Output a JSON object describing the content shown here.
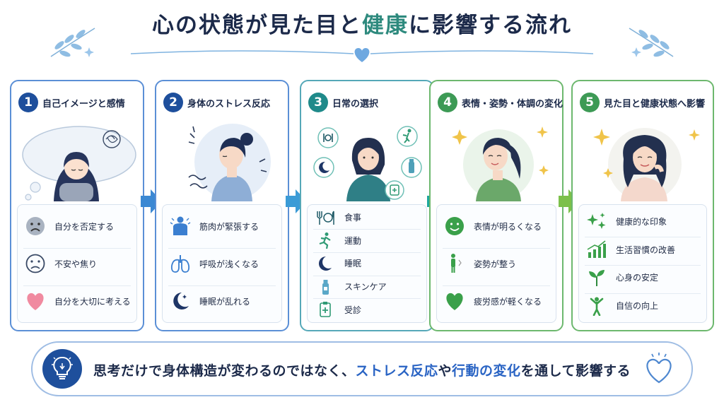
{
  "title": {
    "part1": "心の状態が見た目と",
    "accent": "健康",
    "part2": "に影響する流れ"
  },
  "colors": {
    "step1": "#1e4f9c",
    "step2": "#1e4f9c",
    "step3": "#1f8a8a",
    "step4": "#3d9a55",
    "step5": "#3d9a55",
    "arrow_blue": "#3b88d3",
    "arrow_teal": "#1fa89e",
    "arrow_green": "#7cc04a",
    "highlight": "#2a64c4"
  },
  "steps": [
    {
      "number": "1",
      "label": "自己イメージと感情",
      "items": [
        {
          "icon": "sad-face-icon",
          "text": "自分を否定する"
        },
        {
          "icon": "worried-face-icon",
          "text": "不安や焦り"
        },
        {
          "icon": "heart-icon",
          "text": "自分を大切に考える"
        }
      ]
    },
    {
      "number": "2",
      "label": "身体のストレス反応",
      "items": [
        {
          "icon": "tense-body-icon",
          "text": "筋肉が緊張する"
        },
        {
          "icon": "lungs-icon",
          "text": "呼吸が浅くなる"
        },
        {
          "icon": "moon-icon",
          "text": "睡眠が乱れる"
        }
      ]
    },
    {
      "number": "3",
      "label": "日常の選択",
      "items": [
        {
          "icon": "meal-icon",
          "text": "食事"
        },
        {
          "icon": "running-icon",
          "text": "運動"
        },
        {
          "icon": "moon-icon",
          "text": "睡眠"
        },
        {
          "icon": "skincare-bottle-icon",
          "text": "スキンケア"
        },
        {
          "icon": "medical-clipboard-icon",
          "text": "受診"
        }
      ]
    },
    {
      "number": "4",
      "label": "表情・姿勢・体調の変化",
      "items": [
        {
          "icon": "smile-icon",
          "text": "表情が明るくなる"
        },
        {
          "icon": "posture-icon",
          "text": "姿勢が整う"
        },
        {
          "icon": "heart-icon",
          "text": "疲労感が軽くなる"
        }
      ]
    },
    {
      "number": "5",
      "label": "見た目と健康状態へ影響",
      "items": [
        {
          "icon": "sparkle-icon",
          "text": "健康的な印象"
        },
        {
          "icon": "growth-chart-icon",
          "text": "生活習慣の改善"
        },
        {
          "icon": "sprout-icon",
          "text": "心身の安定"
        },
        {
          "icon": "person-arms-up-icon",
          "text": "自信の向上"
        }
      ]
    }
  ],
  "footer": {
    "part1": "思考だけで身体構造が変わるのではなく、",
    "hl1": "ストレス反応",
    "part2": "や",
    "hl2": "行動の変化",
    "part3": "を通して影響する"
  }
}
